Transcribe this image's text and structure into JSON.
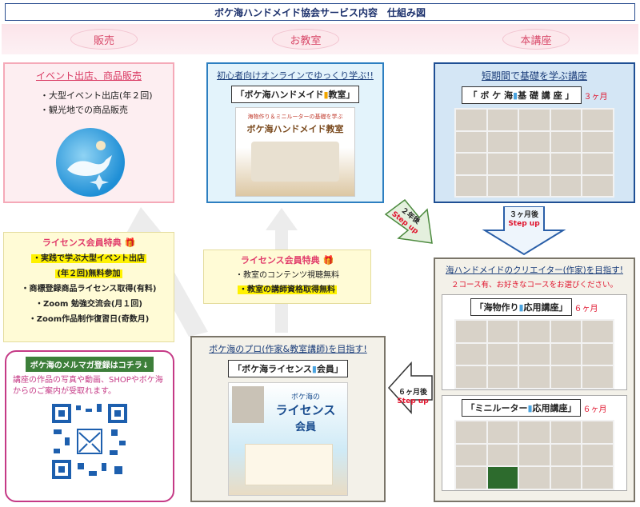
{
  "title": "ボケ海ハンドメイド協会サービス内容　仕組み図",
  "categories": [
    "販売",
    "お教室",
    "本講座"
  ],
  "sales": {
    "title": "イベント出店、商品販売",
    "items": [
      "・大型イベント出店(年２回)",
      "・観光地での商品販売"
    ]
  },
  "online": {
    "title": "初心者向けオンラインでゆっくり学ぶ!!",
    "tag": "「ボケ海ハンドメイド",
    "tag_end": "教室」",
    "poster_sub": "海物作り＆ミニルーターの基礎を学ぶ",
    "poster_title": "ボケ海ハンドメイド教室"
  },
  "basic": {
    "title": "短期間で基礎を学ぶ講座",
    "tag": "「 ボ ケ 海",
    "tag_end": "基 礎 講 座 」",
    "duration": "３ヶ月"
  },
  "step_3m": {
    "label": "３ヶ月後",
    "step": "Step up"
  },
  "step_2y": {
    "label": "２年後",
    "step": "Step up"
  },
  "step_6m": {
    "label": "６ヶ月後",
    "step": "Step up"
  },
  "license1": {
    "title": "ライセンス会員特典",
    "l1": "・実践で学ぶ大型イベント出店",
    "l2": "(年２回)無料参加",
    "l3": "・商標登録商品ライセンス取得(有料)",
    "l4": "・Zoom 勉強交流会(月１回)",
    "l5": "・Zoom作品制作復習日(奇数月)"
  },
  "license2": {
    "title": "ライセンス会員特典",
    "l1": "・教室のコンテンツ視聴無料",
    "l2": "・教室の講師資格取得無料"
  },
  "creator": {
    "title": "海ハンドメイドのクリエイター(作家)を目指す!",
    "subtitle": "２コース有、お好きなコースをお選びください。",
    "course1": "「海物作り",
    "course1_end": "応用講座」",
    "course1_dur": "６ヶ月",
    "course2": "「ミニルーター",
    "course2_end": "応用講座」",
    "course2_dur": "６ヶ月"
  },
  "pro": {
    "title": "ボケ海のプロ(作家&教室講師)を目指す!",
    "tag": "「ボケ海ライセンス",
    "tag_end": "会員」",
    "poster_top": "ボケ海の",
    "poster_mid": "ライセンス",
    "poster_bot": "会員"
  },
  "mail": {
    "title": "ボケ海のメルマガ登録はコチラ↓",
    "body": "講座の作品の写真や動画、SHOPやボケ海からのご案内が受取れます。"
  },
  "colors": {
    "pink": "#f5a9b8",
    "blue_dark": "#2a5fa8",
    "accent_red": "#e0142d",
    "license_bg": "#fffbd6"
  }
}
